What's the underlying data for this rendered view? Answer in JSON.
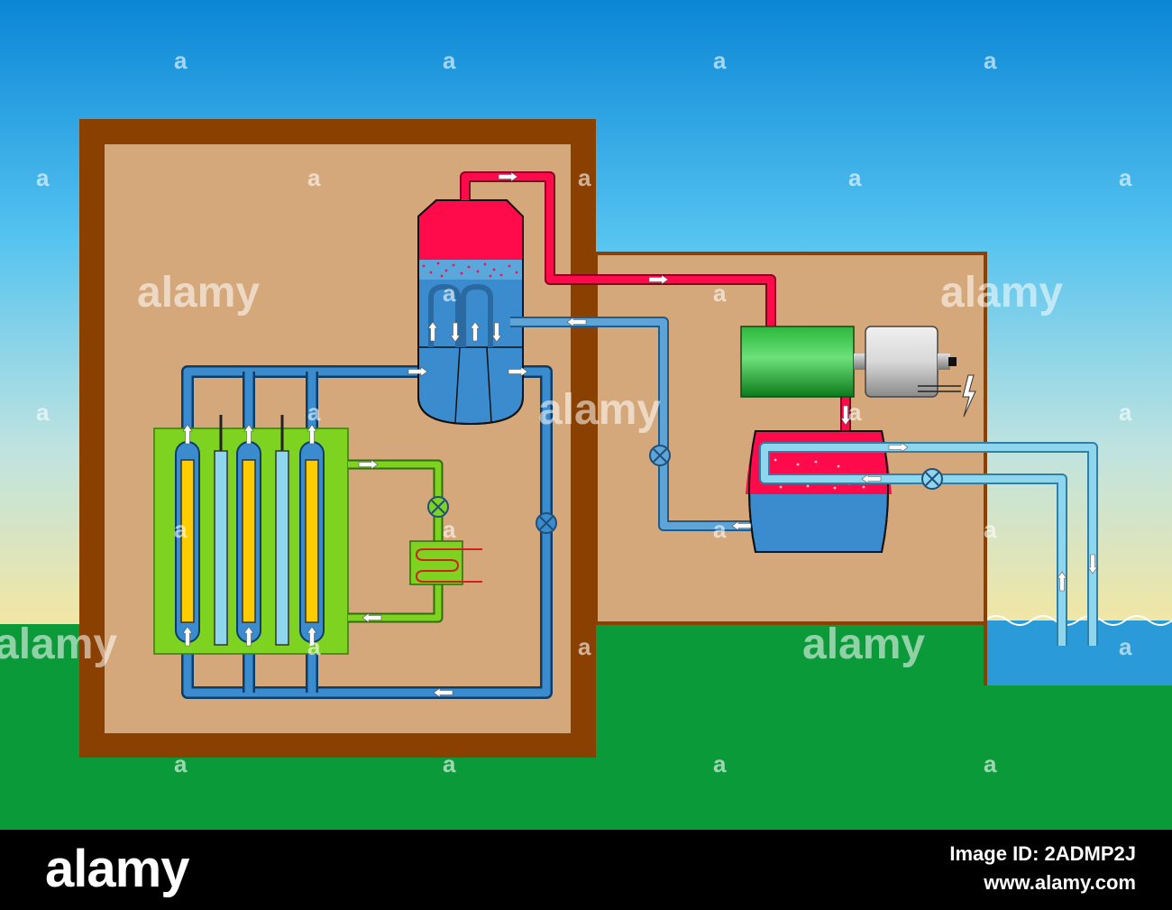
{
  "watermark": {
    "brand": "alamy",
    "glyph": "a"
  },
  "footer": {
    "logo": "alamy",
    "image_id": "Image ID: 2ADMP2J",
    "url": "www.alamy.com"
  },
  "colors": {
    "sky_top": "#0a86d6",
    "sky_mid": "#55c3f0",
    "sky_bottom": "#f2e6a4",
    "ground": "#0a9a3a",
    "wall": "#8a4000",
    "building": "#d4a87a",
    "water_blue": "#3a8ccf",
    "steam_red": "#ff0a4a",
    "light_blue": "#8dd6ee",
    "coolant_green": "#7ed321",
    "fuel_yellow": "#ffcc00",
    "turbine_green": "#1aa02a",
    "generator_grey": "#cccccc",
    "sea": "#2a9ad8"
  },
  "icons": [
    "flow-arrow-icon",
    "valve-icon",
    "lightning-icon",
    "heater-coil-icon",
    "wave-icon"
  ]
}
